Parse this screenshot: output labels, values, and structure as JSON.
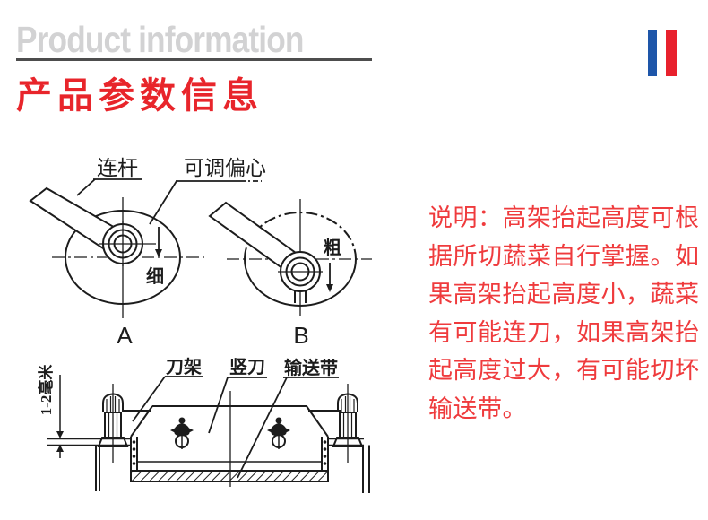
{
  "header": {
    "title_en": "Product information",
    "title_zh": "产品参数信息",
    "accent_blue": "#1e56a9",
    "accent_red": "#e8212d"
  },
  "diagram_top": {
    "label_connecting_rod": "连杆",
    "label_adjustable_eccentric": "可调偏心",
    "label_fine": "细",
    "label_coarse": "粗",
    "label_a": "A",
    "label_b": "B"
  },
  "diagram_bottom": {
    "label_knife_rest": "刀架",
    "label_vertical_knife": "竖刀",
    "label_conveyor_belt": "输送带",
    "label_gap_dimension": "1-2毫米"
  },
  "description": {
    "lines": [
      "说明：高架抬起高度可根",
      "据所切蔬菜自行掌握。如",
      "果高架抬起高度小，蔬菜",
      "有可能连刀，如果高架抬",
      "起高度过大，有可能切坏",
      "输送带。"
    ],
    "text_color": "#ef3b3d"
  }
}
